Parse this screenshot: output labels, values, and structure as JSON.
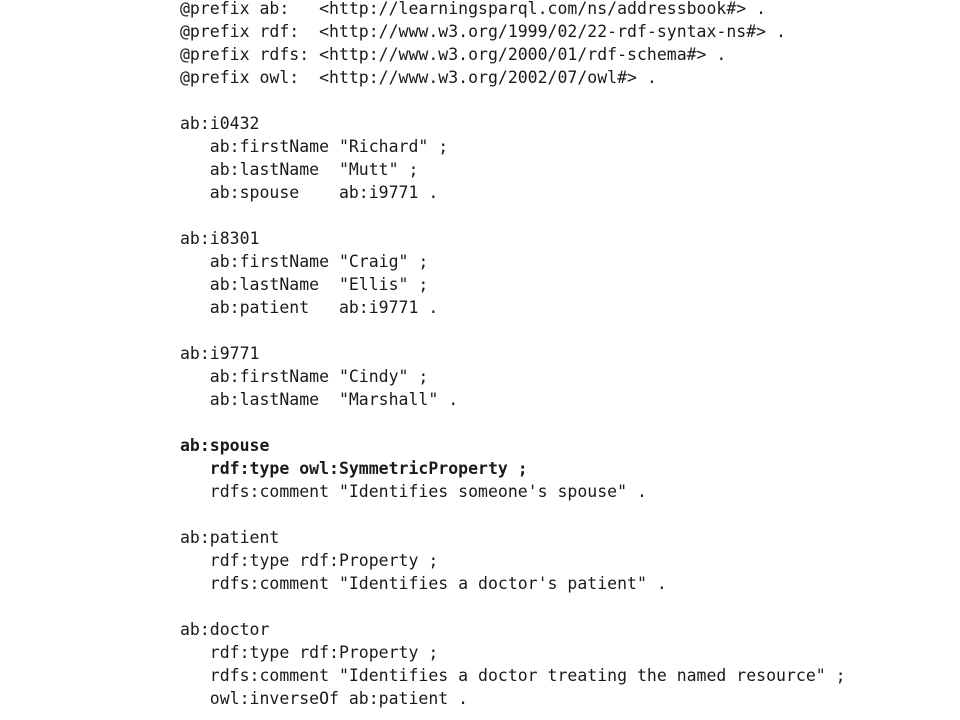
{
  "lines": [
    "@prefix ab:   <http://learningsparql.com/ns/addressbook#> .",
    "@prefix rdf:  <http://www.w3.org/1999/02/22-rdf-syntax-ns#> .",
    "@prefix rdfs: <http://www.w3.org/2000/01/rdf-schema#> .",
    "@prefix owl:  <http://www.w3.org/2002/07/owl#> .",
    "",
    "ab:i0432",
    "   ab:firstName \"Richard\" ;",
    "   ab:lastName  \"Mutt\" ;",
    "   ab:spouse    ab:i9771 .",
    "",
    "ab:i8301",
    "   ab:firstName \"Craig\" ;",
    "   ab:lastName  \"Ellis\" ;",
    "   ab:patient   ab:i9771 .",
    "",
    "ab:i9771",
    "   ab:firstName \"Cindy\" ;",
    "   ab:lastName  \"Marshall\" .",
    "",
    "ab:spouse",
    "   rdf:type owl:SymmetricProperty ;",
    "   rdfs:comment \"Identifies someone's spouse\" .",
    "",
    "ab:patient",
    "   rdf:type rdf:Property ;",
    "   rdfs:comment \"Identifies a doctor's patient\" .",
    "",
    "ab:doctor",
    "   rdf:type rdf:Property ;",
    "   rdfs:comment \"Identifies a doctor treating the named resource\" ;",
    "   owl:inverseOf ab:patient ."
  ]
}
